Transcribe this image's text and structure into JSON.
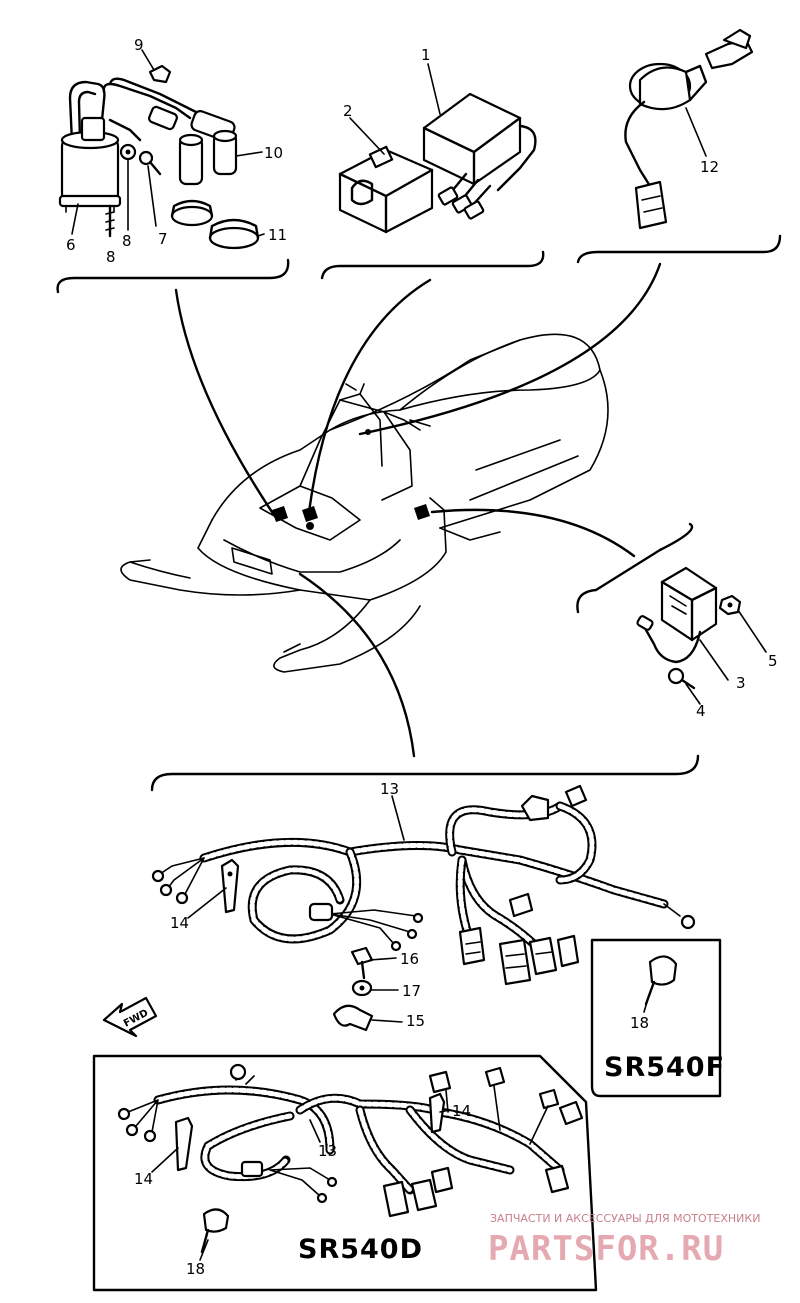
{
  "parts": [
    {
      "id": "1",
      "label": "1"
    },
    {
      "id": "2",
      "label": "2"
    },
    {
      "id": "3",
      "label": "3"
    },
    {
      "id": "4",
      "label": "4"
    },
    {
      "id": "5",
      "label": "5"
    },
    {
      "id": "6",
      "label": "6"
    },
    {
      "id": "7",
      "label": "7"
    },
    {
      "id": "8",
      "label": "8"
    },
    {
      "id": "8b",
      "label": "8"
    },
    {
      "id": "9",
      "label": "9"
    },
    {
      "id": "10",
      "label": "10"
    },
    {
      "id": "11",
      "label": "11"
    },
    {
      "id": "12",
      "label": "12"
    },
    {
      "id": "13",
      "label": "13"
    },
    {
      "id": "13b",
      "label": "13"
    },
    {
      "id": "14",
      "label": "14"
    },
    {
      "id": "14b",
      "label": "14"
    },
    {
      "id": "14c",
      "label": "14"
    },
    {
      "id": "15",
      "label": "15"
    },
    {
      "id": "16",
      "label": "16"
    },
    {
      "id": "17",
      "label": "17"
    },
    {
      "id": "18",
      "label": "18"
    },
    {
      "id": "18b",
      "label": "18"
    }
  ],
  "models": {
    "sr540f": "SR540F",
    "sr540d": "SR540D"
  },
  "direction_arrow": {
    "label": "FWD",
    "icon": "forward-arrow-icon"
  },
  "watermark": {
    "tagline": "ЗАПЧАСТИ И АКСЕССУАРЫ ДЛЯ МОТОТЕХНИКИ",
    "brand": "PARTSFOR.RU",
    "color": "#e5a9b1"
  }
}
